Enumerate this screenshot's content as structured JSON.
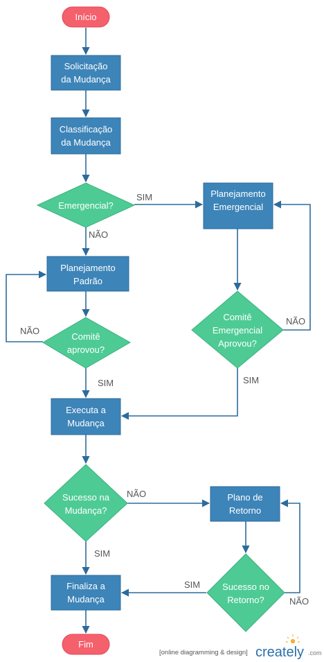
{
  "colors": {
    "process": "#3d84b8",
    "process_stroke": "#2c6b9c",
    "decision": "#4ecb95",
    "decision_stroke": "#3bb07e",
    "terminal": "#f4606c",
    "terminal_stroke": "#e04a56",
    "edge": "#2c6b9c",
    "edge_label": "#555555"
  },
  "nodes": {
    "start": "Início",
    "solicitacao": [
      "Solicitação",
      "da Mudança"
    ],
    "classificacao": [
      "Classificação",
      "da Mudança"
    ],
    "emergencial": "Emergencial?",
    "plan_emergencial": [
      "Planejamento",
      "Emergencial"
    ],
    "plan_padrao": [
      "Planejamento",
      "Padrão"
    ],
    "comite": [
      "Comitê",
      "aprovou?"
    ],
    "comite_emerg": [
      "Comitê",
      "Emergencial",
      "Aprovou?"
    ],
    "executa": [
      "Executa a",
      "Mudança"
    ],
    "sucesso": [
      "Sucesso na",
      "Mudança?"
    ],
    "plano_retorno": [
      "Plano de",
      "Retorno"
    ],
    "sucesso_retorno": [
      "Sucesso no",
      "Retorno?"
    ],
    "finaliza": [
      "Finaliza a",
      "Mudança"
    ],
    "end": "Fim"
  },
  "edge_labels": {
    "emergencial_yes": "SIM",
    "emergencial_no": "NÃO",
    "comite_no": "NÃO",
    "comite_yes": "SIM",
    "comite_emerg_no": "NÃO",
    "comite_emerg_yes": "SIM",
    "sucesso_no": "NÃO",
    "sucesso_yes": "SIM",
    "retorno_yes": "SIM",
    "retorno_no": "NÃO"
  },
  "watermark": {
    "tagline": "[online diagramming & design]",
    "brand": "creately",
    "tld": ".com"
  }
}
